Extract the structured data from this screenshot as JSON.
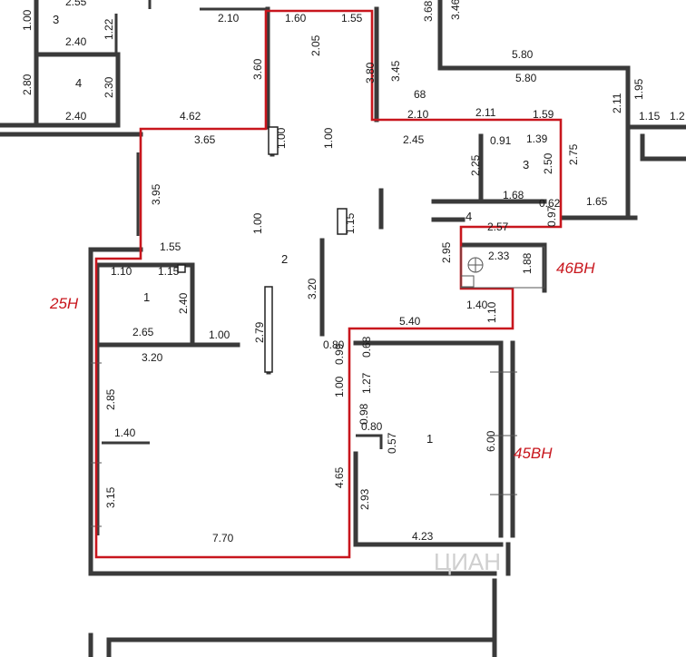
{
  "rooms": {
    "r3_top": "3",
    "r4_top": "4",
    "r2": "2",
    "r1_small": "1",
    "r1_large": "1",
    "r3_right": "3",
    "r4_right": "4"
  },
  "zones": {
    "z25": "25Н",
    "z46": "46ВН",
    "z45": "45ВН"
  },
  "dims": {
    "d_255": "2.55",
    "d_100a": "1.00",
    "d_240a": "2.40",
    "d_122": "1.22",
    "d_280": "2.80",
    "d_230": "2.30",
    "d_240b": "2.40",
    "d_210a": "2.10",
    "d_160": "1.60",
    "d_155a": "1.55",
    "d_205": "2.05",
    "d_360": "3.60",
    "d_380": "3.80",
    "d_345": "3.45",
    "d_368": "3.68",
    "d_346": "3.46",
    "d_580a": "5.80",
    "d_580b": "5.80",
    "d_195": "1.95",
    "d_211a": "2.11",
    "d_115a": "1.15",
    "d_12": "1.2",
    "d_68": "68",
    "d_210b": "2.10",
    "d_211b": "2.11",
    "d_159": "1.59",
    "d_462": "4.62",
    "d_365": "3.65",
    "d_100b": "1.00",
    "d_100c": "1.00",
    "d_245": "2.45",
    "d_091": "0.91",
    "d_139": "1.39",
    "d_225": "2.25",
    "d_250": "2.50",
    "d_275": "2.75",
    "d_168": "1.68",
    "d_062": "0.62",
    "d_165": "1.65",
    "d_097": "0.97",
    "d_257": "2.57",
    "d_395": "3.95",
    "d_100d": "1.00",
    "d_115b": "1.15",
    "d_295": "2.95",
    "d_233": "2.33",
    "d_188": "1.88",
    "d_155b": "1.55",
    "d_110a": "1.10",
    "d_115c": "1.15",
    "d_240c": "2.40",
    "d_265": "2.65",
    "d_320a": "3.20",
    "d_140a": "1.40",
    "d_110b": "1.10",
    "d_100e": "1.00",
    "d_279": "2.79",
    "d_540": "5.40",
    "d_320b": "3.20",
    "d_080a": "0.80",
    "d_068": "0.68",
    "d_099": "0.99",
    "d_100f": "1.00",
    "d_127": "1.27",
    "d_285": "2.85",
    "d_098": "0.98",
    "d_080b": "0.80",
    "d_057": "0.57",
    "d_140b": "1.40",
    "d_600": "6.00",
    "d_315": "3.15",
    "d_465": "4.65",
    "d_293": "2.93",
    "d_770": "7.70",
    "d_423": "4.23"
  },
  "watermark": "ЦИАН",
  "colors": {
    "outline": "#c8161d",
    "wall": "#3a3a3a"
  }
}
